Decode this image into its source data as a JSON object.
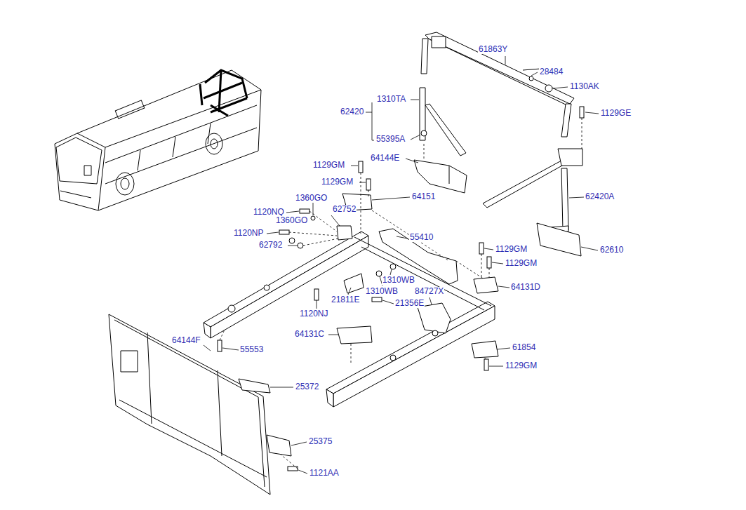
{
  "diagram": {
    "labels": [
      "61863Y",
      "28484",
      "1130AK",
      "1310TA",
      "62420",
      "1129GE",
      "55395A",
      "64144E",
      "1129GM",
      "1129GM",
      "64151",
      "62420A",
      "1360GO",
      "1120NQ",
      "1360GO",
      "62752",
      "55410",
      "1120NP",
      "62792",
      "1129GM",
      "1129GM",
      "62610",
      "1310WB",
      "1310WB",
      "84727X",
      "64131D",
      "21811E",
      "21356E",
      "1120NJ",
      "64131C",
      "64144F",
      "55553",
      "61854",
      "1129GM",
      "25372",
      "25375",
      "1121AA"
    ]
  }
}
